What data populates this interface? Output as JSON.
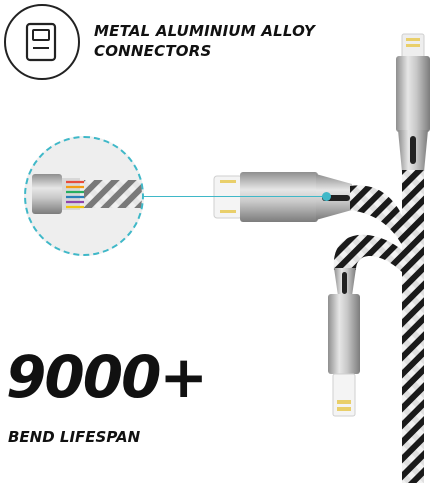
{
  "headline": {
    "line1": "METAL ALUMINIUM ALLOY",
    "line2": "CONNECTORS"
  },
  "stat": {
    "value": "9000+",
    "label": "BEND LIFESPAN"
  },
  "icons": {
    "connector": "lightning-connector-icon"
  },
  "colors": {
    "accent": "#3fb8c8",
    "text": "#111111",
    "metal": "#b8b8b8",
    "braid_dark": "#1a1a1a",
    "braid_light": "#f2f2f2"
  }
}
